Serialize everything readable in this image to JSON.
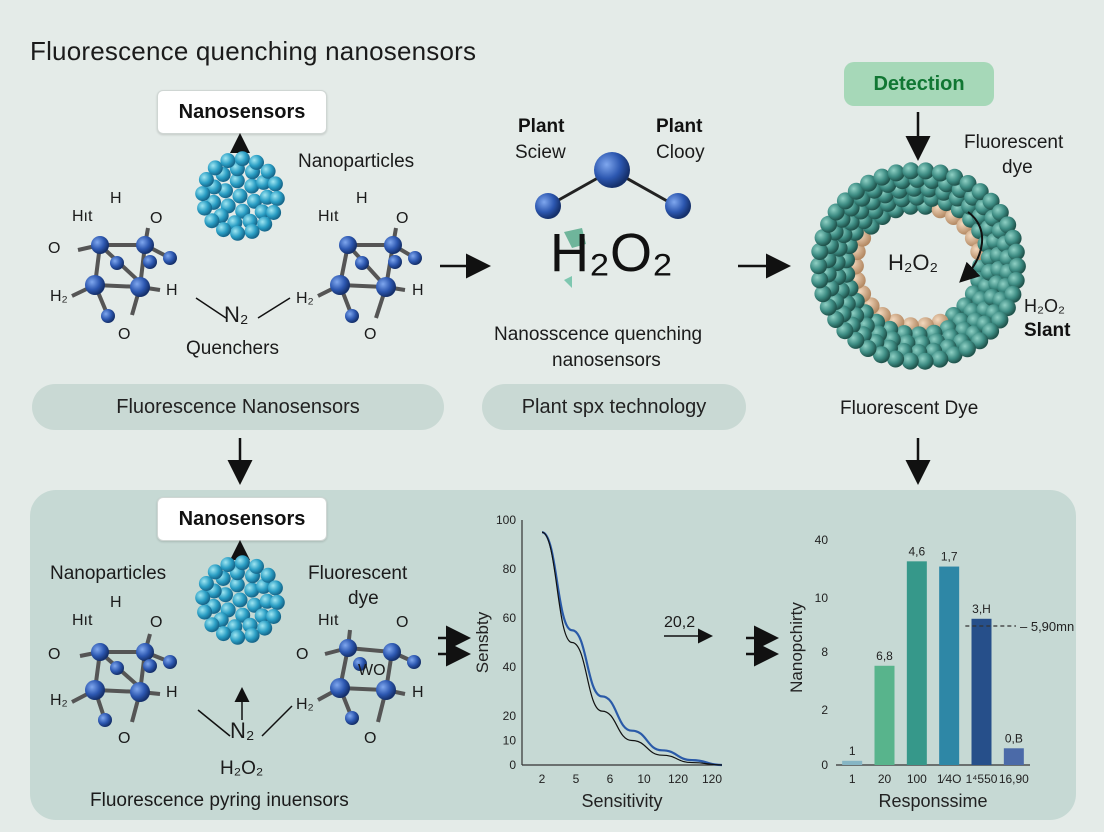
{
  "title": "Fluorescence quenching nanosensors",
  "top_left": {
    "box_label": "Nanosensors",
    "nanoparticles_label": "Nanoparticles",
    "quenchers_label": "Quenchers",
    "n2_label": "N₂",
    "pill_label": "Fluorescence Nanosensors",
    "mol_labels": [
      "H",
      "Hıt",
      "O",
      "O",
      "H₂",
      "H",
      "O"
    ]
  },
  "top_middle": {
    "plant_left": [
      "Plant",
      "Sciew"
    ],
    "plant_right": [
      "Plant",
      "Clooy"
    ],
    "h2o2": "H₂O₂",
    "caption": [
      "Nanosscence quenching",
      "nanosensors"
    ],
    "pill_label": "Plant spx technology"
  },
  "top_right": {
    "detection_label": "Detection",
    "dye_label": [
      "Fluorescent",
      "dye"
    ],
    "h2o2_inner": "H₂O₂",
    "h2o2_side": "H₂O₂",
    "slant_label": "Slant",
    "caption": "Fluorescent Dye"
  },
  "bottom_left": {
    "box_label": "Nanosensors",
    "nanoparticles_label": "Nanoparticles",
    "dye_label": [
      "Fluorescent",
      "dye"
    ],
    "n2_label": "N₂",
    "h2o2_label": "H₂O₂",
    "caption": "Fluorescence pyring inuensors",
    "mol_labels": [
      "H",
      "Hıt",
      "O",
      "O",
      "H₂",
      "H",
      "O"
    ],
    "wo_label": "WO"
  },
  "annotation": "20,2",
  "bar_ref_label": "5,90mn",
  "colors": {
    "background": "#e4ebe8",
    "panel": "#c6d9d4",
    "detection": "#a6d8b8",
    "atom_blue": "#2c57b0",
    "shell_teal": "#4f968f",
    "line_blue": "#2a5aa8"
  },
  "chart_data": [
    {
      "type": "line",
      "xlabel": "Sensitivity",
      "ylabel": "Sensbty",
      "x_ticks": [
        "2",
        "5",
        "6",
        "10",
        "120",
        "120"
      ],
      "y_ticks": [
        "0",
        "10",
        "20",
        "40",
        "60",
        "80",
        "100"
      ],
      "ylim": [
        0,
        100
      ],
      "series": [
        {
          "values": [
            95,
            55,
            28,
            14,
            6,
            2,
            0
          ]
        },
        {
          "values": [
            95,
            50,
            22,
            10,
            4,
            1,
            0
          ]
        }
      ]
    },
    {
      "type": "bar",
      "xlabel": "Responssime",
      "ylabel": "Nanopchirty",
      "categories": [
        "1",
        "20",
        "100",
        "1⁄4O",
        "1⁴550",
        "16,90"
      ],
      "y_ticks": [
        "0",
        "2",
        "8",
        "10",
        "40"
      ],
      "ylim": [
        0,
        45
      ],
      "values": [
        0.8,
        19,
        39,
        38,
        28,
        3.2
      ],
      "value_labels": [
        "1",
        "6,8",
        "4,6",
        "1,7",
        "3,H",
        "0,B"
      ],
      "bar_colors": [
        "#86b5c4",
        "#58b48c",
        "#36988a",
        "#2e87a6",
        "#264f8a",
        "#4b6aa8"
      ]
    }
  ]
}
